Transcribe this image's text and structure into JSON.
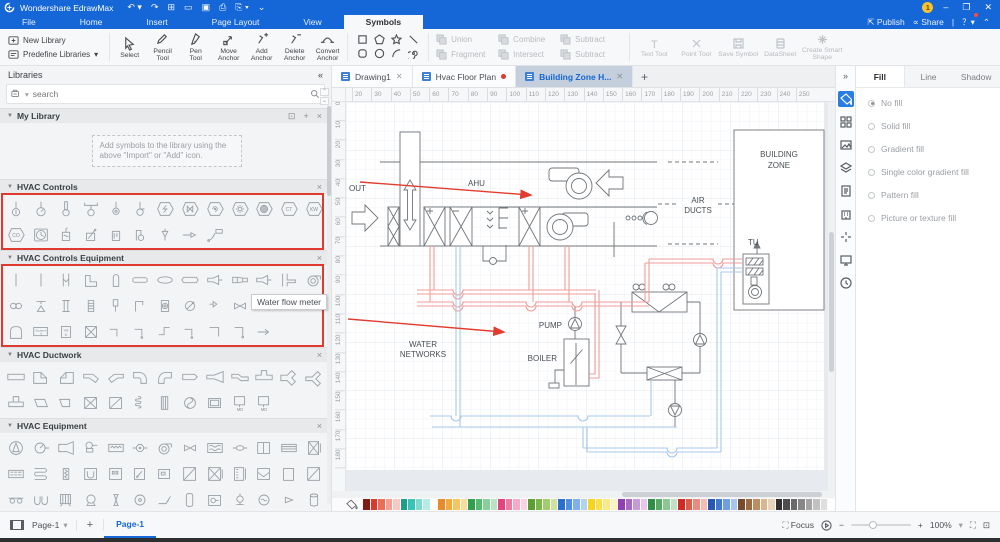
{
  "titlebar": {
    "app_title": "Wondershare EdrawMax",
    "coin_badge": "1"
  },
  "menubar": {
    "tabs": [
      "File",
      "Home",
      "Insert",
      "Page Layout",
      "View",
      "Symbols"
    ],
    "active_tab": "Symbols",
    "publish_label": "Publish",
    "share_label": "Share"
  },
  "ribbon": {
    "new_library": "New Library",
    "predefine_libraries": "Predefine Libraries",
    "anchor_tools": [
      "Select",
      "Pencil Tool",
      "Pen Tool",
      "Move Anchor",
      "Add Anchor",
      "Delete Anchor",
      "Convert Anchor"
    ],
    "shape_tools": [
      "rectangle",
      "pentagon",
      "star",
      "line",
      "rounded-rectangle",
      "ellipse",
      "arc",
      "spiral"
    ],
    "boolean_ops": [
      "Union",
      "Combine",
      "Subtract",
      "Fragment",
      "Intersect",
      "Subtract"
    ],
    "symbol_tools": [
      "Text Tool",
      "Point Tool",
      "Save Symbol",
      "DataSheet",
      "Create Smart Shape"
    ]
  },
  "libraries": {
    "title": "Libraries",
    "search_placeholder": "search",
    "sections": [
      {
        "title": "My Library",
        "type": "empty",
        "hint": "Add symbols to the library using the above \"Import\" or \"Add\" icon."
      },
      {
        "title": "HVAC Controls",
        "highlighted": true,
        "rows": [
          [
            "thermo-sensor",
            "thermo-dial",
            "thermo-probe",
            "averaging-sensor",
            "pendant-sensor",
            "stem-sensor",
            "hex-lightning",
            "hex-valve",
            "hex-fan",
            "hex-sun",
            "hex-coil",
            "hex-CT",
            "hex-KW"
          ],
          [
            "hex-CO",
            "timer-clock",
            "level-sensor",
            "damper-actuator",
            "probe-box",
            "pipe-stat",
            "funnel-sensor",
            "cone-arrow",
            "label-callout"
          ]
        ]
      },
      {
        "title": "HVAC Controls Equipment",
        "highlighted": true,
        "tooltip": "Water flow meter",
        "rows": [
          [
            "pipe",
            "pipe",
            "nozzle",
            "elbow-duct",
            "dome-end",
            "capsule",
            "tank-capsule",
            "tank-hex",
            "reducer",
            "pump-fitting",
            "reducer",
            "tee-fitting",
            "scroll-fan"
          ],
          [
            "mini-fan",
            "seat-valve",
            "column",
            "spring-coil",
            "gauge-stem",
            "corner-probe",
            "circle-plus-box",
            "check-valve",
            "small-fitting",
            "bowtie-valve",
            "water-flow-meter"
          ],
          [
            "dome-tank",
            "equipment-box",
            "vsd-box",
            "box-x",
            "elbow-line",
            "elbow-line-dot",
            "elbow-line2",
            "elbow-line-dot",
            "corner-line",
            "corner-line-dot",
            "arrow-right"
          ]
        ]
      },
      {
        "title": "HVAC Ductwork",
        "rows": [
          [
            "duct-straight",
            "duct-elbow",
            "duct-elbow2",
            "duct-corner",
            "duct-corner2",
            "duct-bend",
            "duct-bend2",
            "duct-end",
            "duct-transition",
            "duct-offset",
            "duct-tee",
            "duct-y",
            "duct-wye"
          ],
          [
            "duct-takeoff",
            "duct-trapezoid",
            "duct-trapezoid2",
            "duct-cross-x",
            "duct-diagonal",
            "duct-flex",
            "duct-louver",
            "duct-fan-circle",
            "duct-box",
            "duct-md",
            "duct-md"
          ]
        ]
      },
      {
        "title": "HVAC Equipment",
        "rows": [
          [
            "fan-triangle",
            "fan-dial",
            "duct-fan",
            "roof-fan",
            "coil-ww-box",
            "prop-fan",
            "scroll-fan",
            "bowtie-valve",
            "wave-box",
            "pipe-coupler",
            "split-box",
            "louver-box",
            "coil-x-box"
          ],
          [
            "heater-box",
            "serpentine-coil",
            "filter-strip",
            "u-box",
            "panel-box",
            "half-diag-box",
            "flag-box",
            "diag-box",
            "x-box-ticks",
            "tick-box",
            "v-box",
            "plain-box",
            "diag-box"
          ],
          [
            "skate-wheel",
            "double-u",
            "grille-drum",
            "kettle",
            "hourglass",
            "circle-dot",
            "sprayer",
            "tank-vertical",
            "circle-box",
            "stand-mixer",
            "fan-circle-ww",
            "cone-small",
            "cylinder"
          ],
          [
            "pump-scroll",
            "box-fan",
            "hopper",
            "panel-lines",
            "gauge-capsule",
            "roof-peak",
            "stack-lines",
            "elbow-duct",
            "valve-horizontal",
            "gauge-capsule",
            "pump-scroll",
            "dome-arch",
            "key-panel"
          ]
        ]
      }
    ]
  },
  "doc_tabs": [
    {
      "label": "Drawing1",
      "state": "normal"
    },
    {
      "label": "Hvac Floor Plan",
      "state": "unsaved"
    },
    {
      "label": "Building Zone H...",
      "state": "active"
    }
  ],
  "canvas": {
    "h_ruler": [
      "20",
      "30",
      "40",
      "50",
      "60",
      "70",
      "80",
      "90",
      "100",
      "110",
      "120",
      "130",
      "140",
      "150",
      "160",
      "170",
      "180",
      "190",
      "200",
      "210",
      "220",
      "230",
      "240",
      "250"
    ],
    "v_ruler": [
      "0",
      "10",
      "20",
      "30",
      "40",
      "50",
      "60",
      "70",
      "80",
      "90",
      "100",
      "110",
      "120",
      "130",
      "140",
      "150",
      "160",
      "170",
      "180"
    ],
    "labels": {
      "out": "OUT",
      "ahu": "AHU",
      "air_line1": "AIR",
      "air_line2": "DUCTS",
      "bz_line1": "BUILDING",
      "bz_line2": "ZONE",
      "tu": "TU",
      "pump": "PUMP",
      "boiler": "BOILER",
      "wn_line1": "WATER",
      "wn_line2": "NETWORKS"
    }
  },
  "right_strip": [
    "panel-expand",
    "fill-style",
    "symbol-gallery",
    "picture",
    "layers",
    "notes",
    "substitute-model",
    "arrange",
    "presentation",
    "history"
  ],
  "format_panel": {
    "tabs": [
      "Fill",
      "Line",
      "Shadow"
    ],
    "active_tab": "Fill",
    "options": [
      {
        "label": "No fill",
        "selected": true
      },
      {
        "label": "Solid fill",
        "selected": false
      },
      {
        "label": "Gradient fill",
        "selected": false
      },
      {
        "label": "Single color gradient fill",
        "selected": false
      },
      {
        "label": "Pattern fill",
        "selected": false
      },
      {
        "label": "Picture or texture fill",
        "selected": false
      }
    ]
  },
  "palette_colors": [
    "#7f1d12",
    "#d93a2b",
    "#ea6d5a",
    "#f29e93",
    "#f8c9c4",
    "#1b9e8a",
    "#35c4b5",
    "#7fd9cf",
    "#b7ebe6",
    "#ffffff",
    "#e98b2d",
    "#f3a93c",
    "#f6c563",
    "#f9de9b",
    "#2e9e4f",
    "#53ba6f",
    "#86d09a",
    "#b9e4c4",
    "#e2447e",
    "#ec7ba3",
    "#f3abc6",
    "#f9d5e3",
    "#5c9e31",
    "#7ab648",
    "#a2cc6f",
    "#cce29d",
    "#2a6fce",
    "#4f8ee0",
    "#7fb0ec",
    "#b2d2f5",
    "#f5d31f",
    "#f8e04b",
    "#fae98a",
    "#fdf3c0",
    "#8e3fb0",
    "#a968c4",
    "#c79ad8",
    "#e3c8ec",
    "#2f8f46",
    "#57aa64",
    "#8cc693",
    "#c2e0c5",
    "#cf2b24",
    "#dd5b4b",
    "#ea8c7c",
    "#f4bcb2",
    "#2458b3",
    "#4179cc",
    "#6f9fe0",
    "#a6c6ef",
    "#7a4b2b",
    "#9a6a42",
    "#bb8d63",
    "#d9b68f",
    "#e8d4b8",
    "#303030",
    "#4d4d4d",
    "#6a6a6a",
    "#878787",
    "#a4a4a4",
    "#c1c1c1",
    "#dedede",
    "#ffffff"
  ],
  "statusbar": {
    "page_selector": "Page-1",
    "add_page": "+",
    "page_tab": "Page-1",
    "focus_label": "Focus",
    "zoom_value": "100%"
  }
}
